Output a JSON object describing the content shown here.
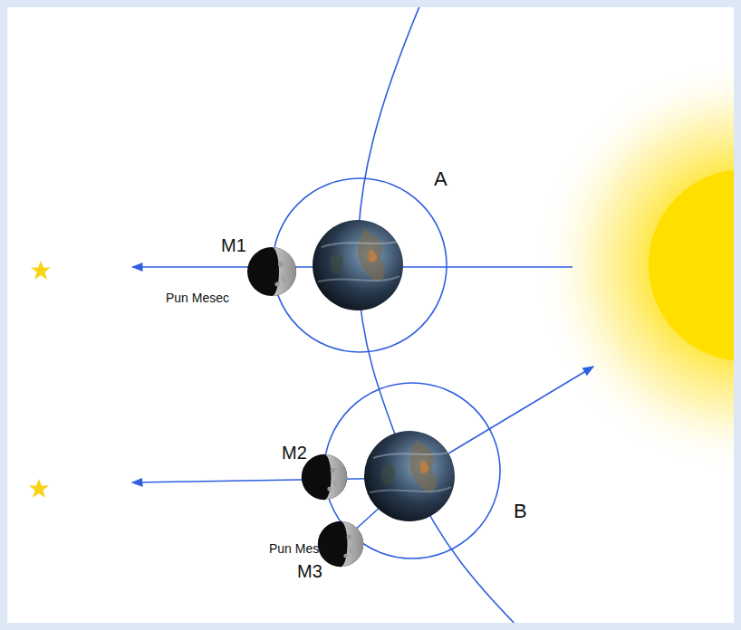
{
  "diagram": {
    "labels": [
      "A",
      "M1",
      "Pun Mesec",
      "M2",
      "Pun Mesec",
      "M3",
      "B"
    ]
  }
}
